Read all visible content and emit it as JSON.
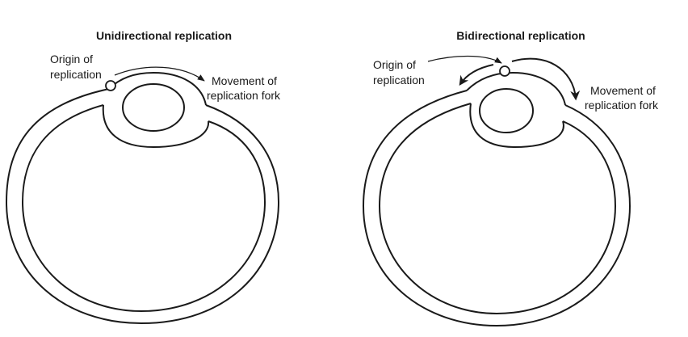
{
  "left_panel": {
    "title": "Unidirectional replication",
    "origin_label": [
      "Origin of",
      "replication"
    ],
    "fork_label": [
      "Movement of",
      "replication fork"
    ]
  },
  "right_panel": {
    "title": "Bidirectional replication",
    "origin_label": [
      "Origin of",
      "replication"
    ],
    "fork_label": [
      "Movement of",
      "replication fork"
    ]
  },
  "colors": {
    "stroke": "#1a1a1a",
    "background": "#ffffff"
  }
}
